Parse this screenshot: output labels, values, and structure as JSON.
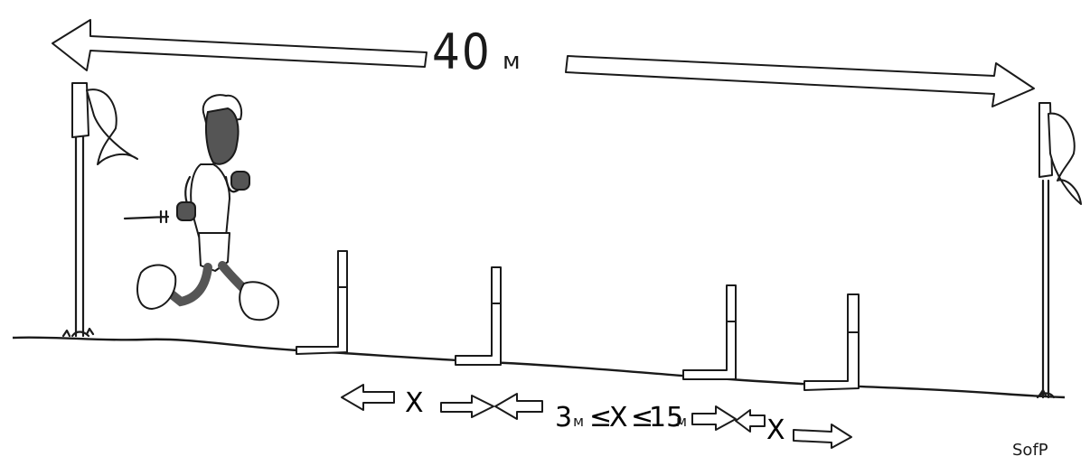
{
  "diagram": {
    "total_distance": {
      "value": "40",
      "unit": "м"
    },
    "spacing": {
      "variable": "X",
      "lower": "3",
      "lower_unit": "м",
      "relation": "≤",
      "upper": "15",
      "upper_unit": "м"
    },
    "signature": "SofP",
    "colors": {
      "ink": "#1a1a1a",
      "skin": "#555555",
      "paper": "#ffffff"
    }
  }
}
